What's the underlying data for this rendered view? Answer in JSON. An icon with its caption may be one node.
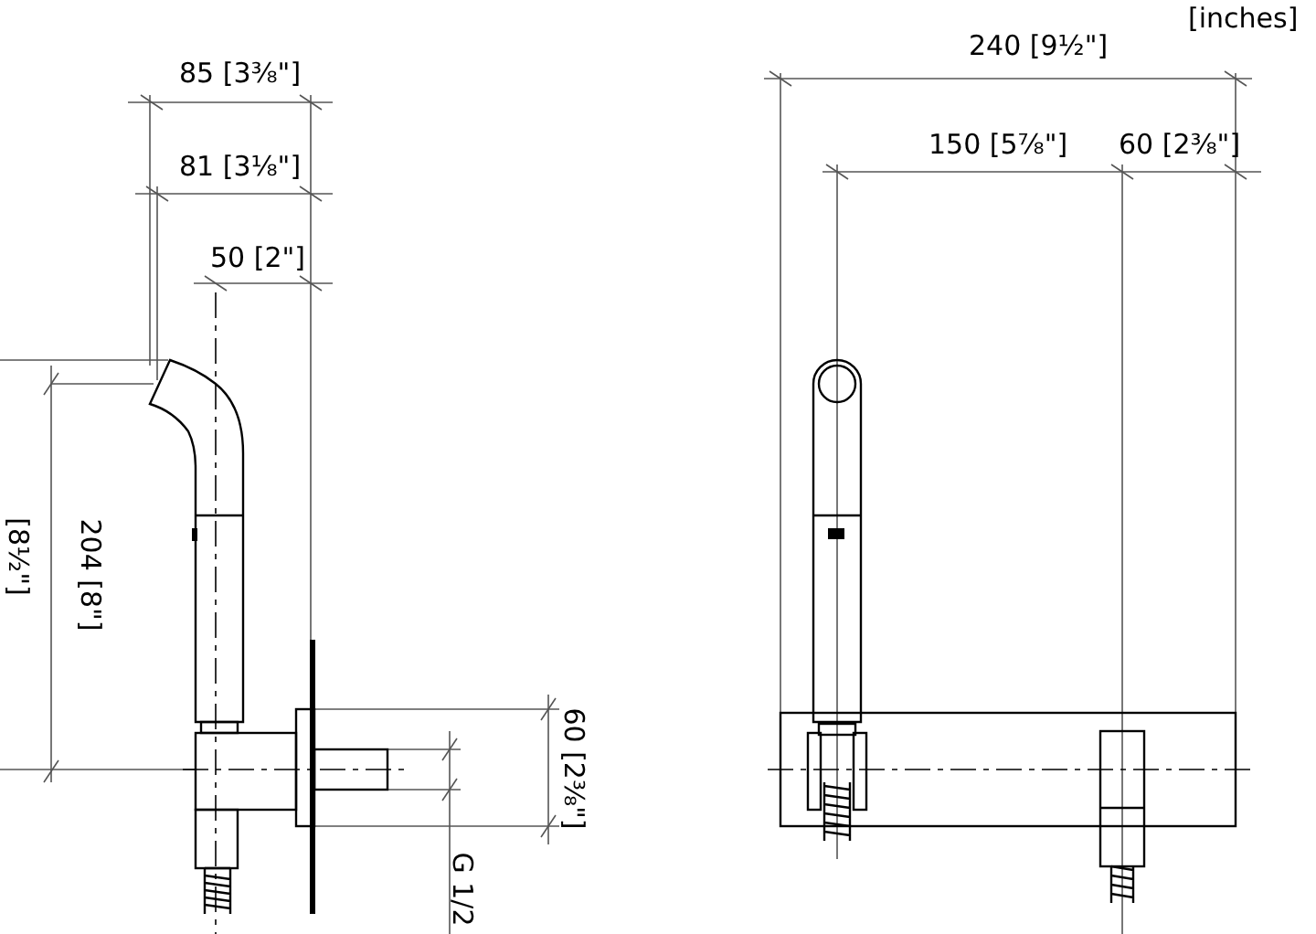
{
  "diagram": {
    "labels": [
      "[inches]",
      "85 [3⅜\"]",
      "240 [9½\"]",
      "81 [3⅛\"]",
      "60 [2⅜\"]",
      "150 [5⅞\"]",
      "50 [2\"]",
      "[8½\"]",
      "204 [8\"]",
      "60 [2⅜\"]",
      "G 1/2"
    ]
  }
}
